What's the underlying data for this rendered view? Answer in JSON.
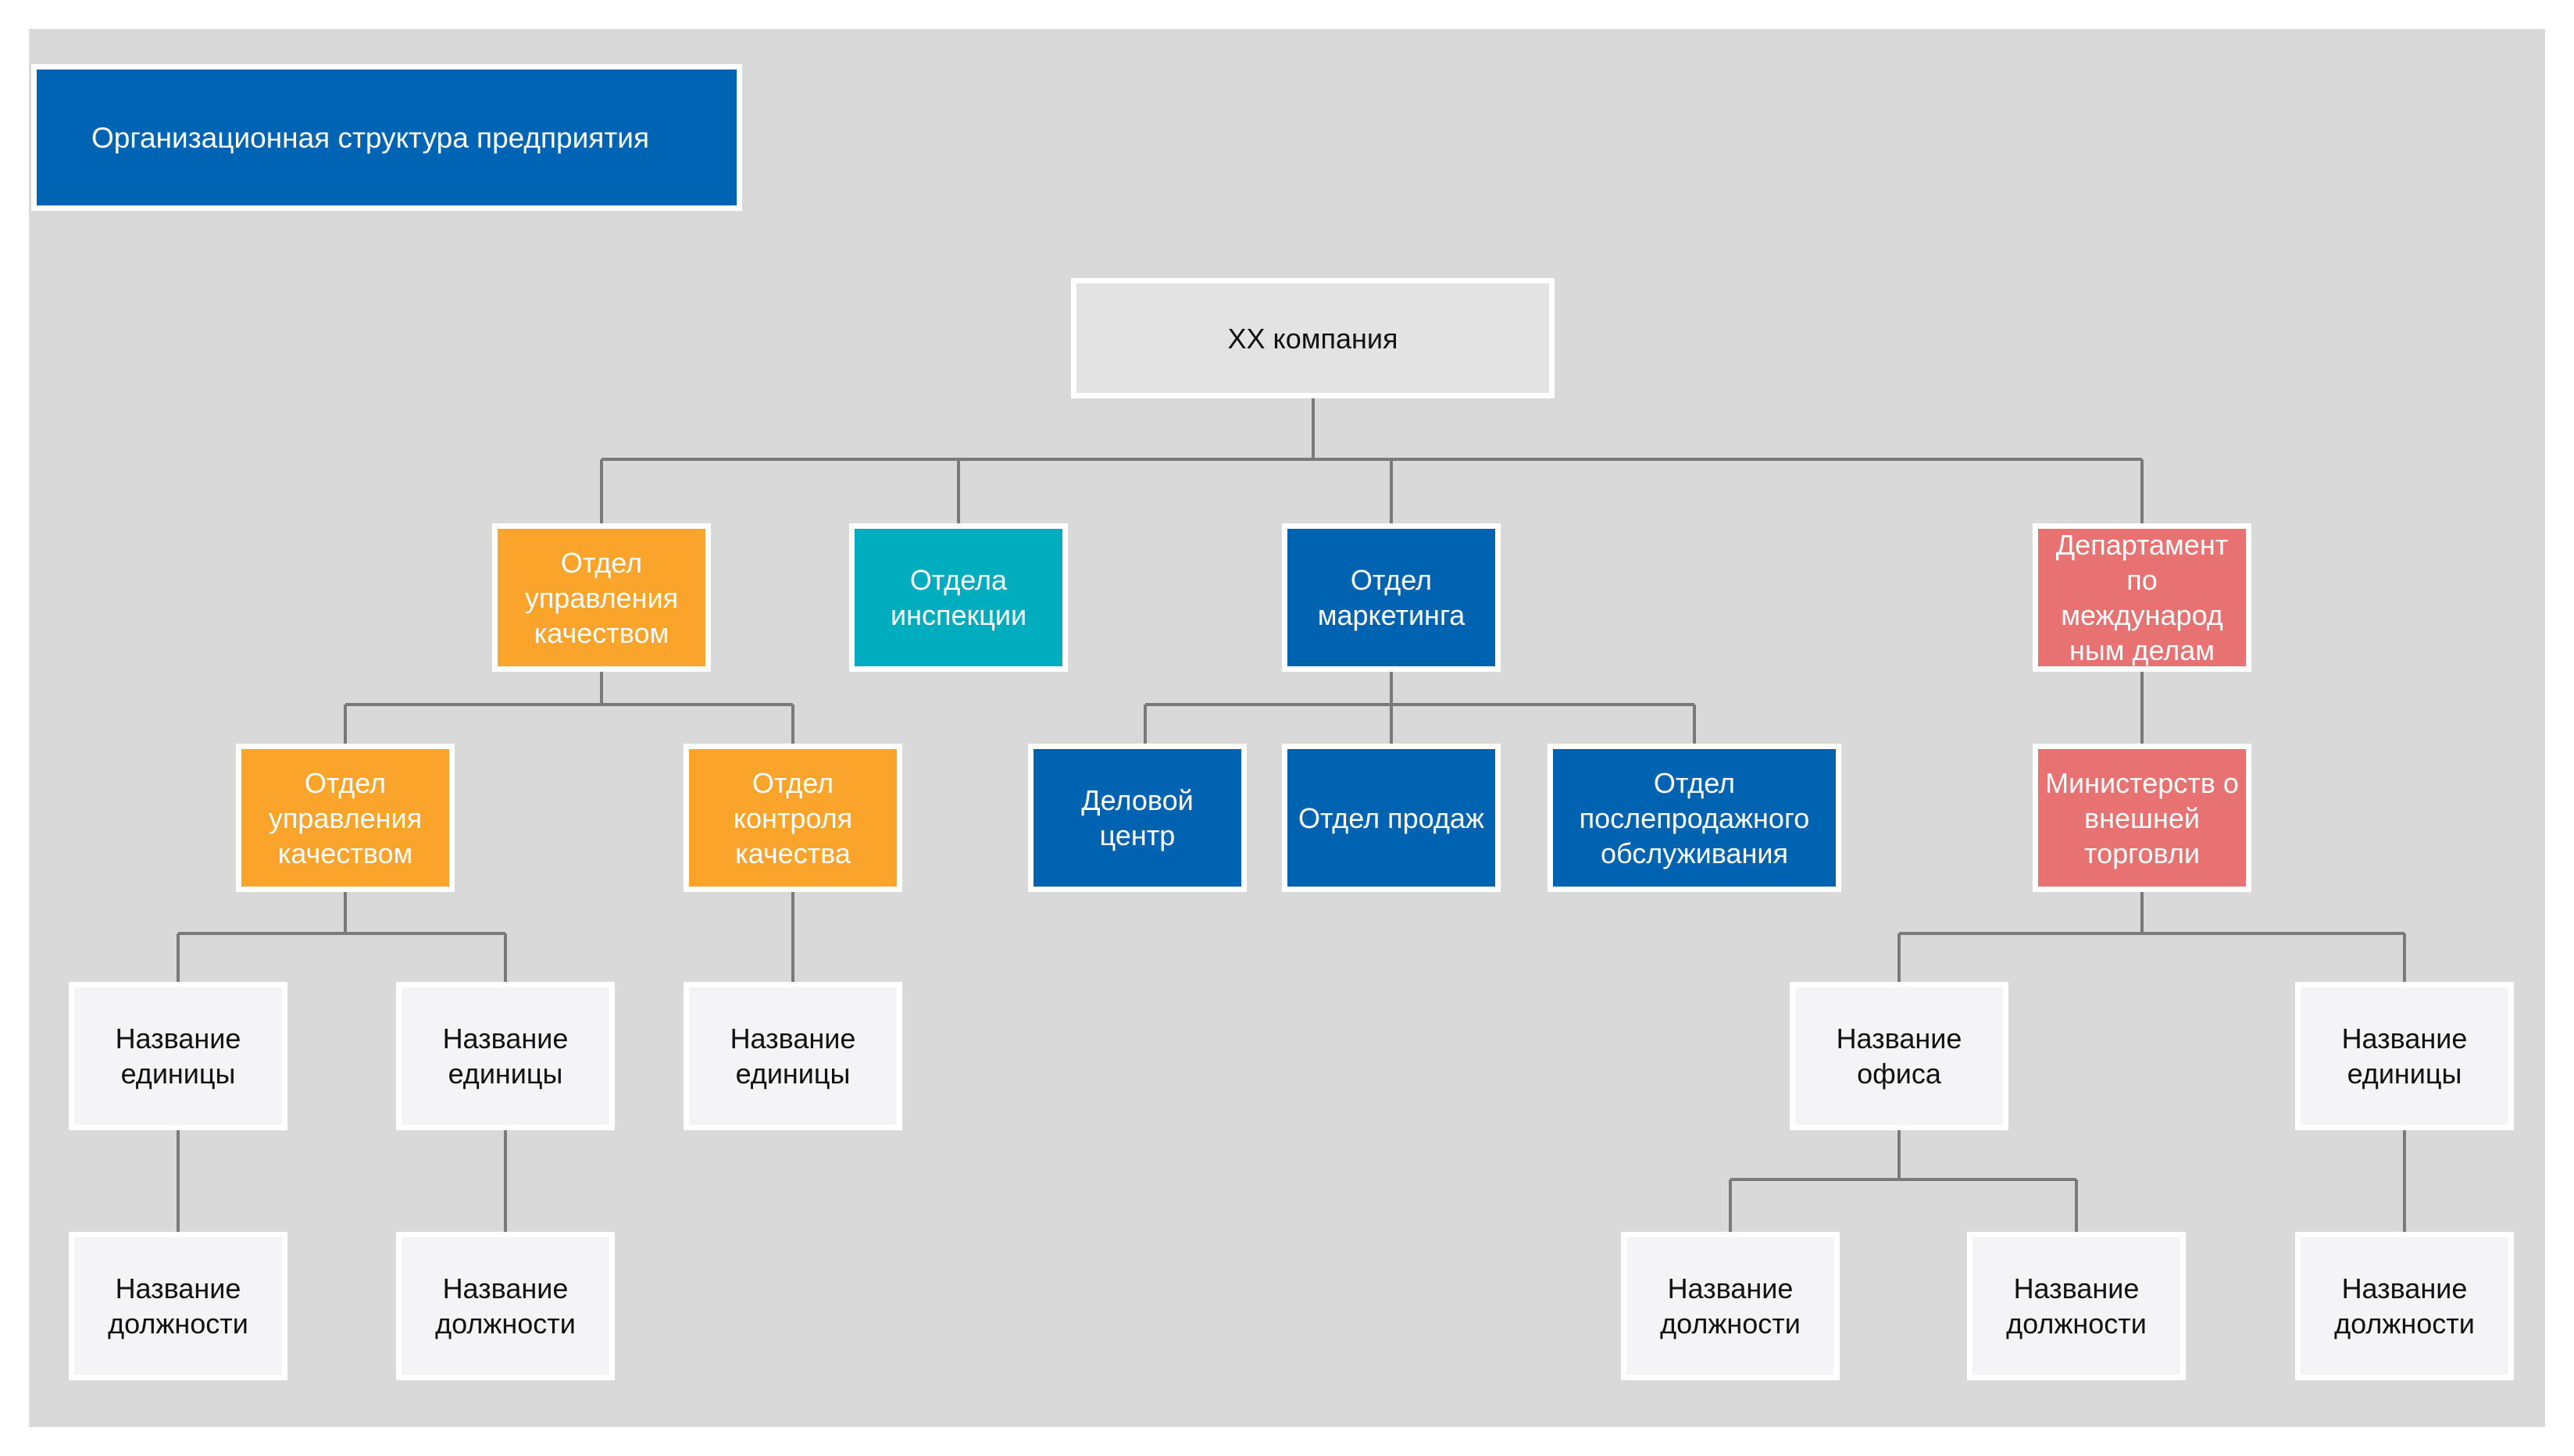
{
  "diagram": {
    "title": "Организационная структура предприятия",
    "colors": {
      "canvas": "#d9d9d9",
      "title": "#0064b4",
      "root": "#e3e3e3",
      "orange": "#fba42c",
      "teal": "#00adbf",
      "blue": "#0063b1",
      "red": "#e87172",
      "light": "#f4f3f6",
      "connector": "#7a7a7a"
    },
    "nodes": {
      "root": "XX компания",
      "quality": "Отдел управления качеством",
      "inspection": "Отдела инспекции",
      "marketing": "Отдел маркетинга",
      "international": "Департамент по международ ным делам",
      "quality_sub": "Отдел управления качеством",
      "control": "Отдел контроля качества",
      "business": "Деловой центр",
      "sales": "Отдел продаж",
      "aftersales": "Отдел послепродажного обслуживания",
      "ministry": "Министерств о внешней торговли",
      "unit_1": "Название единицы",
      "unit_2": "Название единицы",
      "unit_3": "Название единицы",
      "office": "Название офиса",
      "unit_4": "Название единицы",
      "pos_1": "Название должности",
      "pos_2": "Название должности",
      "pos_3": "Название должности",
      "pos_4": "Название должности",
      "pos_5": "Название должности"
    },
    "edges": [
      [
        "root",
        "quality"
      ],
      [
        "root",
        "inspection"
      ],
      [
        "root",
        "marketing"
      ],
      [
        "root",
        "international"
      ],
      [
        "quality",
        "quality_sub"
      ],
      [
        "quality",
        "control"
      ],
      [
        "marketing",
        "business"
      ],
      [
        "marketing",
        "sales"
      ],
      [
        "marketing",
        "aftersales"
      ],
      [
        "international",
        "ministry"
      ],
      [
        "quality_sub",
        "unit_1"
      ],
      [
        "quality_sub",
        "unit_2"
      ],
      [
        "control",
        "unit_3"
      ],
      [
        "ministry",
        "office"
      ],
      [
        "ministry",
        "unit_4"
      ],
      [
        "unit_1",
        "pos_1"
      ],
      [
        "unit_2",
        "pos_2"
      ],
      [
        "office",
        "pos_3"
      ],
      [
        "office",
        "pos_4"
      ],
      [
        "unit_4",
        "pos_5"
      ]
    ]
  }
}
